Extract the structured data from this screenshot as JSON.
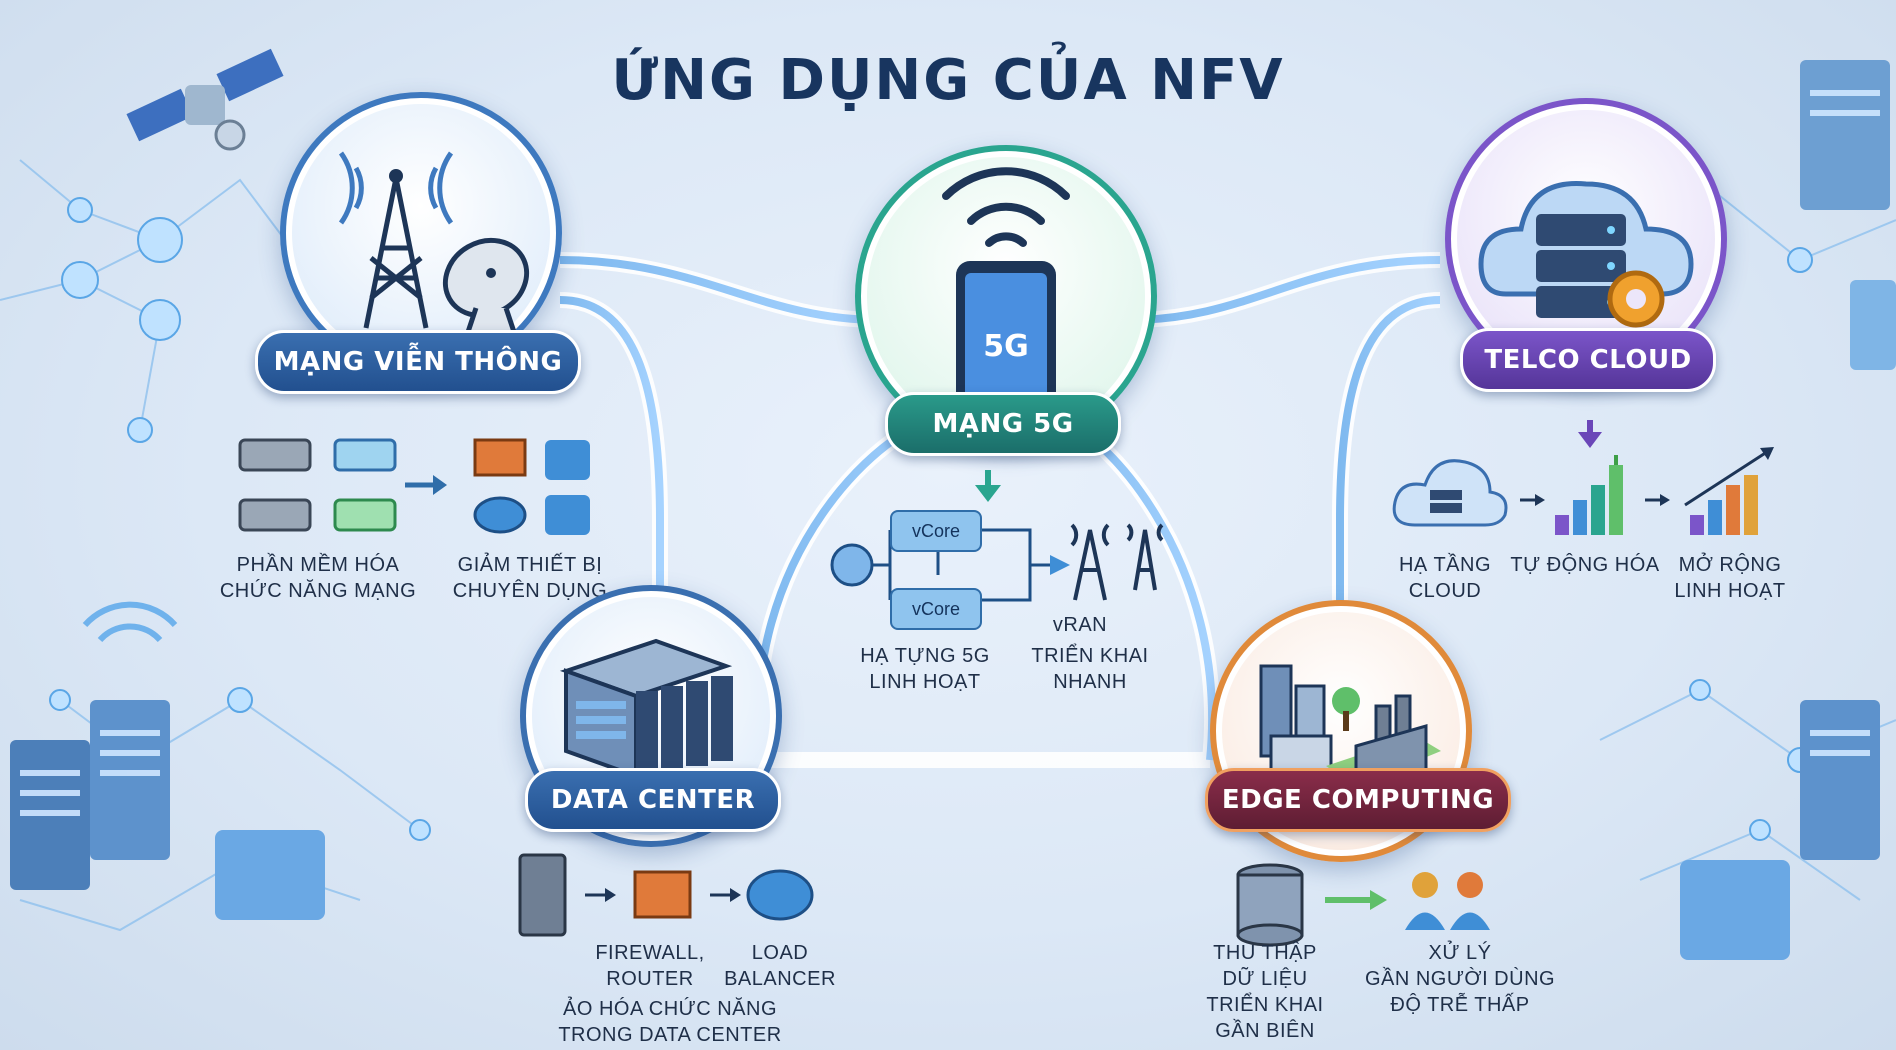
{
  "title": "ỨNG DỤNG CỦA NFV",
  "colors": {
    "telecom": "#2b5f9e",
    "g5": "#1f8f86",
    "telco": "#6a46b8",
    "datacenter": "#22508f",
    "edge": "#8a2d4a",
    "accent_orange": "#e07a3a"
  },
  "nodes": {
    "telecom": {
      "label": "MẠNG VIỄN THÔNG",
      "icon": "cell-tower-satellite-dish-icon",
      "cap_left": [
        "PHẦN MỀM HÓA",
        "CHỨC NĂNG MẠNG"
      ],
      "cap_right": [
        "GIẢM THIẾT BỊ",
        "CHUYÊN DỤNG"
      ]
    },
    "g5": {
      "label": "MẠNG 5G",
      "icon": "smartphone-5g-icon",
      "badge": "5G",
      "chip_top": "vCore",
      "chip_bottom": "vCore",
      "vran": "vRAN",
      "cap_left": [
        "HẠ TỰNG 5G",
        "LINH HOẠT"
      ],
      "cap_right": [
        "TRIỂN KHAI",
        "NHANH"
      ]
    },
    "telco": {
      "label": "TELCO CLOUD",
      "icon": "cloud-server-gear-icon",
      "cap_1": [
        "HẠ TẦNG",
        "CLOUD"
      ],
      "cap_2": [
        "TỰ ĐỘNG HÓA"
      ],
      "cap_3": [
        "MỞ RỘNG",
        "LINH HOẠT"
      ]
    },
    "datacenter": {
      "label": "DATA CENTER",
      "icon": "data-center-building-icon",
      "cap_fw": [
        "FIREWALL,",
        "ROUTER"
      ],
      "cap_lb": [
        "LOAD",
        "BALANCER"
      ],
      "cap_bottom": [
        "ẢO HÓA CHỨC NĂNG",
        "TRONG DATA CENTER"
      ]
    },
    "edge": {
      "label": "EDGE COMPUTING",
      "icon": "city-factory-icon",
      "cap_left": [
        "THU THẬP",
        "DỮ LIỆU",
        "TRIỂN KHAI",
        "GẦN BIÊN"
      ],
      "cap_right": [
        "XỬ LÝ",
        "GẦN NGƯỜI DÙNG",
        "ĐỘ TRỄ THẤP"
      ]
    }
  }
}
